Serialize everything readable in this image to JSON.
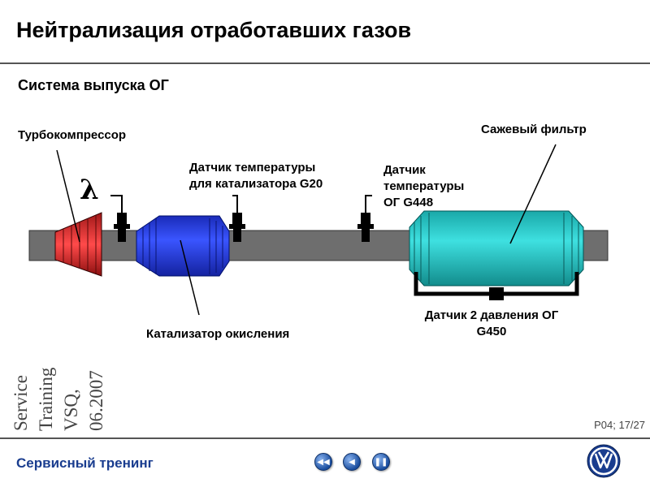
{
  "header": {
    "title": "Нейтрализация отработавших газов"
  },
  "section": {
    "subtitle": "Система выпуска ОГ"
  },
  "labels": {
    "turbo": "Турбокомпрессор",
    "temp_cat_line1": "Датчик температуры",
    "temp_cat_line2": "для катализатора G20",
    "temp_og_line1": "Датчик",
    "temp_og_line2": "температуры",
    "temp_og_line3": "ОГ G448",
    "soot_filter": "Сажевый фильтр",
    "catalyst": "Катализатор окисления",
    "pressure_line1": "Датчик 2 давления ОГ",
    "pressure_line2": "G450",
    "lambda_symbol": "λ"
  },
  "side_watermark": [
    "Service",
    "Training",
    "VSQ,",
    "06.2007"
  ],
  "page_number": "P04; 17/27",
  "footer": {
    "text": "Сервисный тренинг"
  },
  "nav": {
    "rewind_icon": "rewind-icon",
    "back_icon": "back-icon",
    "pause_icon": "pause-icon"
  },
  "colors": {
    "pipe": "#6e6e6e",
    "turbo": "#e23030",
    "catalyst": "#2a3fe8",
    "soot_filter": "#2ec8c8",
    "footer_text": "#1a3d8f"
  }
}
